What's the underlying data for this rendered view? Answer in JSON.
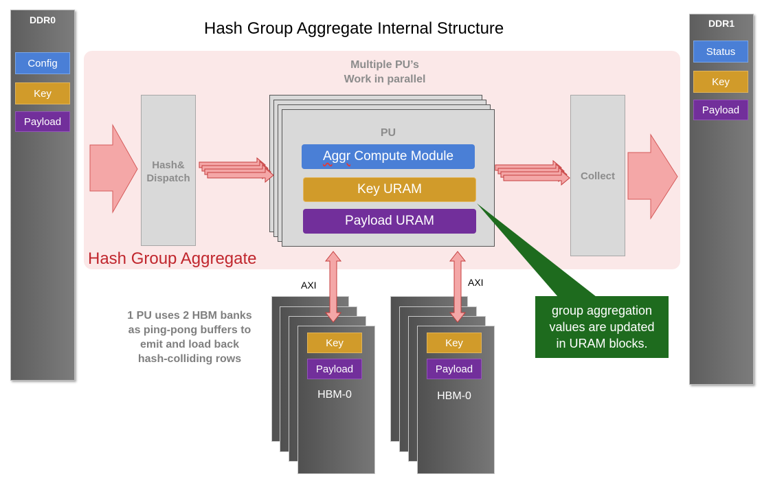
{
  "title": "Hash Group Aggregate Internal Structure",
  "ddr0": {
    "label": "DDR0",
    "items": [
      "Config",
      "Key",
      "Payload"
    ]
  },
  "ddr1": {
    "label": "DDR1",
    "items": [
      "Status",
      "Key",
      "Payload"
    ]
  },
  "pu_note": [
    "Multiple PU’s",
    "Work in parallel"
  ],
  "hash_dispatch": [
    "Hash&",
    "Dispatch"
  ],
  "collect": "Collect",
  "pu": {
    "label": "PU",
    "aggr_prefix": "Aggr",
    "aggr_rest": " Compute Module",
    "key_uram": "Key URAM",
    "payload_uram": "Payload URAM"
  },
  "group_label": "Hash Group Aggregate",
  "axi": [
    "AXI",
    "AXI"
  ],
  "hbm_note": [
    "1 PU uses 2 HBM banks",
    "as ping-pong buffers to",
    "emit and load back",
    "hash-colliding rows"
  ],
  "hbm": [
    {
      "key": "Key",
      "payload": "Payload",
      "label": "HBM-0"
    },
    {
      "key": "Key",
      "payload": "Payload",
      "label": "HBM-0"
    }
  ],
  "callout": [
    "group aggregation",
    "values are updated",
    "in URAM blocks."
  ],
  "colors": {
    "blue": "#4a7fd6",
    "gold": "#d19b2a",
    "purple": "#722f9b",
    "pink_panel": "#fbe8e8",
    "arrow_pink": "#f4a7a7",
    "callout_green": "#1e6b1e",
    "group_red": "#c0262d"
  }
}
